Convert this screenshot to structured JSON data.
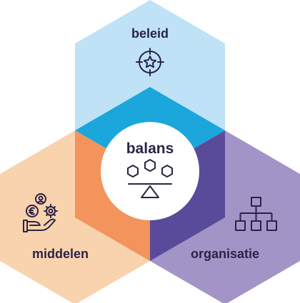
{
  "colors": {
    "beleid": "#bfe2f6",
    "middelen": "#f9d2ae",
    "organisatie": "#a394c8",
    "overlap_top": "#1ba6dc",
    "overlap_left": "#f2945c",
    "overlap_right": "#5a4b9a",
    "text": "#2b2346",
    "center": "#ffffff"
  },
  "labels": {
    "beleid": "beleid",
    "balans": "balans",
    "middelen": "middelen",
    "organisatie": "organisatie"
  },
  "icons": {
    "beleid": "target-star-icon",
    "balans": "hexagon-scale-icon",
    "middelen": "hand-coins-icon",
    "organisatie": "org-chart-icon"
  }
}
